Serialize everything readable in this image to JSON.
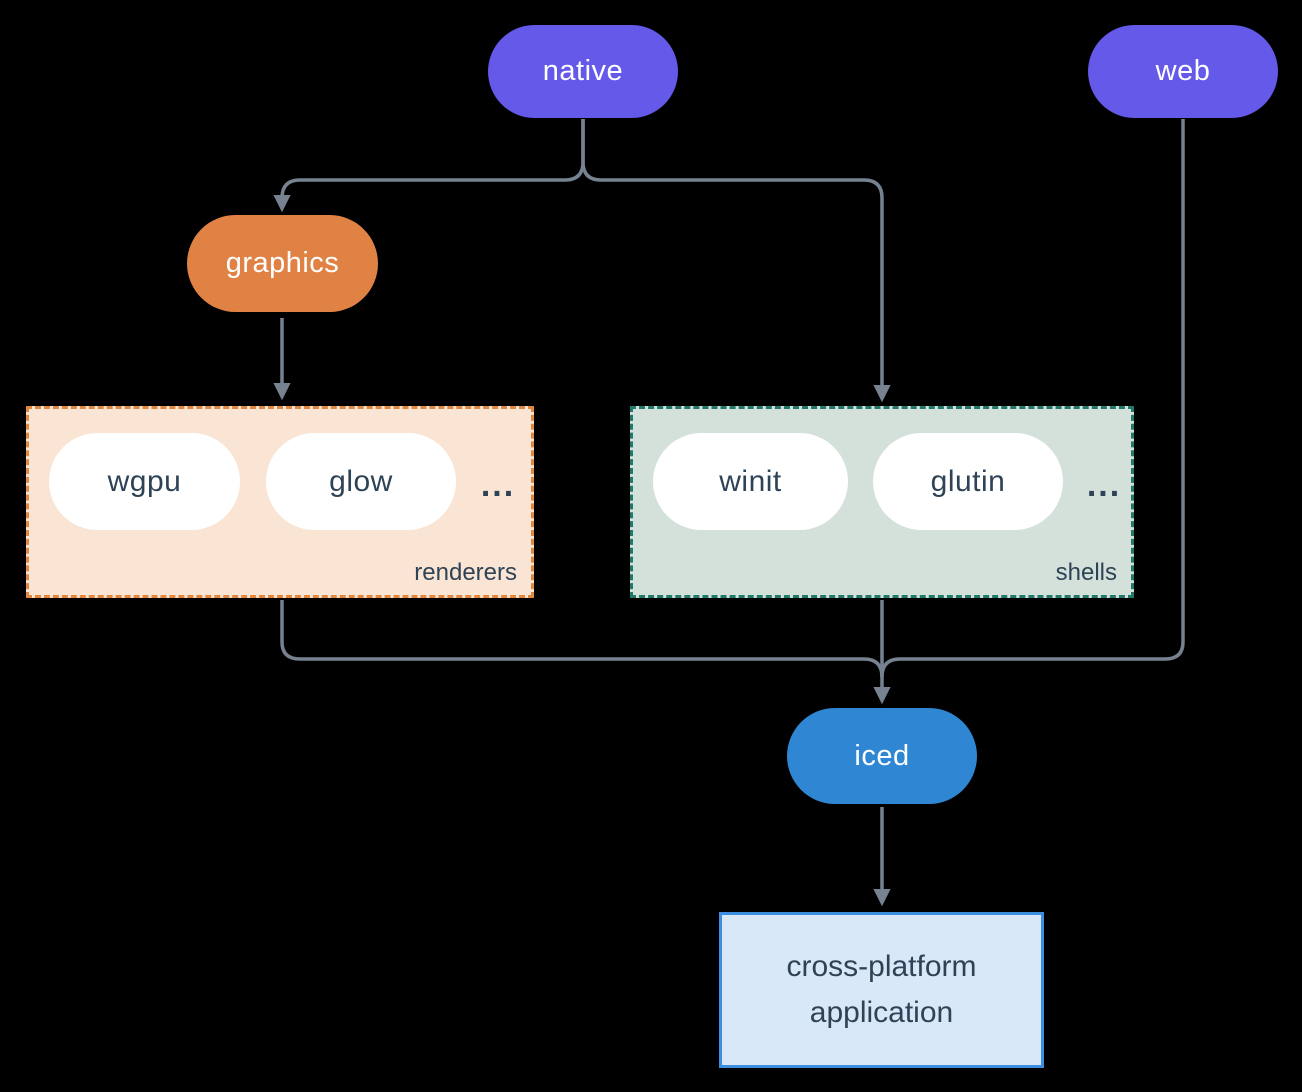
{
  "diagram": {
    "colors": {
      "background": "#000000",
      "connector": "#76828f",
      "node_purple": "#6559ea",
      "node_orange": "#e08244",
      "node_blue": "#2f86d2",
      "pill_white": "#ffffff",
      "text_on_color": "#ffffff",
      "text_dark": "#2f4356",
      "renderers_bg": "#fae5d5",
      "renderers_border": "#e28740",
      "shells_bg": "#d3e1da",
      "shells_border": "#20796a",
      "app_bg": "#d8e8f8",
      "app_border": "#3e8ee0"
    },
    "nodes": {
      "native": {
        "label": "native"
      },
      "web": {
        "label": "web"
      },
      "graphics": {
        "label": "graphics"
      },
      "iced": {
        "label": "iced"
      },
      "app": {
        "label": "cross-platform application"
      }
    },
    "groups": {
      "renderers": {
        "label": "renderers",
        "items": [
          "wgpu",
          "glow"
        ],
        "more": "..."
      },
      "shells": {
        "label": "shells",
        "items": [
          "winit",
          "glutin"
        ],
        "more": "..."
      }
    },
    "edges": [
      {
        "from": "native",
        "to": "graphics"
      },
      {
        "from": "native",
        "to": "shells"
      },
      {
        "from": "graphics",
        "to": "renderers"
      },
      {
        "from": "renderers",
        "to": "iced"
      },
      {
        "from": "shells",
        "to": "iced"
      },
      {
        "from": "web",
        "to": "iced"
      },
      {
        "from": "iced",
        "to": "app"
      }
    ]
  }
}
